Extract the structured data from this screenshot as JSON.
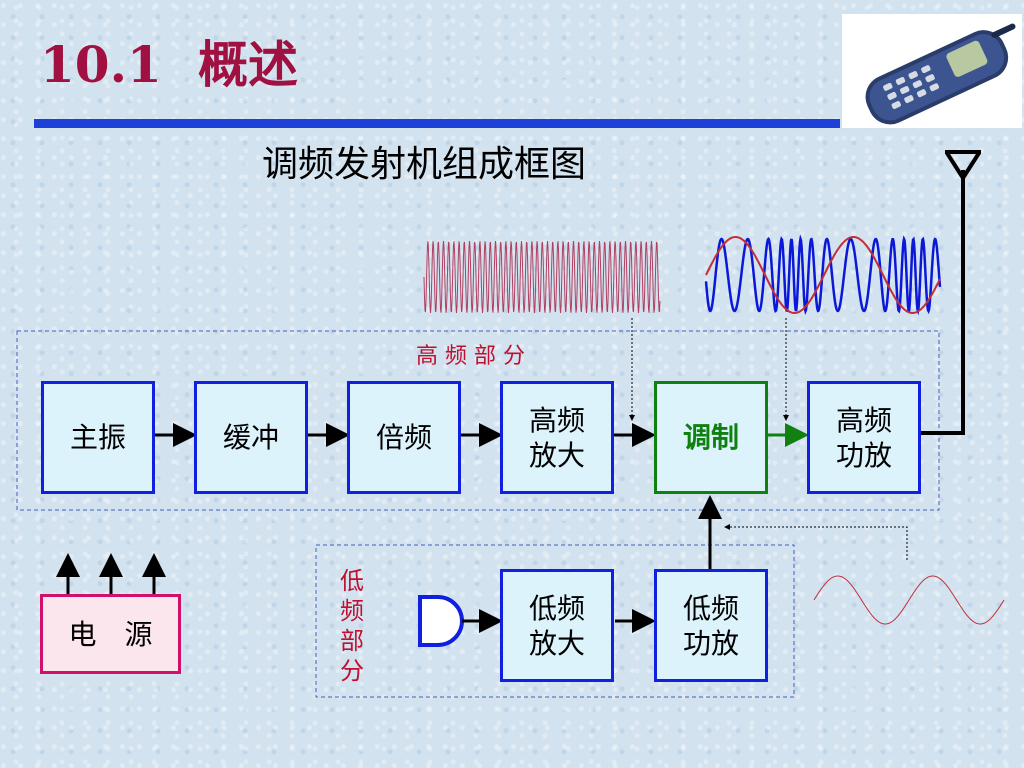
{
  "title": {
    "number": "10.1",
    "text": "概述"
  },
  "subtitle": "调频发射机组成框图",
  "sections": {
    "hf_label": "高 频 部 分",
    "lf_label": "低频部分"
  },
  "blocks": {
    "main_osc": "主振",
    "buffer": "缓冲",
    "multiplier": "倍频",
    "hf_amp_line1": "高频",
    "hf_amp_line2": "放大",
    "modulator": "调制",
    "hf_pa_line1": "高频",
    "hf_pa_line2": "功放",
    "lf_amp_line1": "低频",
    "lf_amp_line2": "放大",
    "lf_pa_line1": "低频",
    "lf_pa_line2": "功放",
    "power_supply": "电　源"
  },
  "colors": {
    "title": "#a01040",
    "rule": "#1c40d8",
    "box_border": "#1020e0",
    "box_fill": "#ddf3fb",
    "modulator": "#108010",
    "power_border": "#d0106a",
    "section_label": "#c01030",
    "carrier_wave": "#b04060",
    "fm_wave": "#0b18d8",
    "audio_wave": "#c0303b"
  },
  "icons": [
    "phone-image",
    "antenna-icon",
    "microphone-icon"
  ]
}
